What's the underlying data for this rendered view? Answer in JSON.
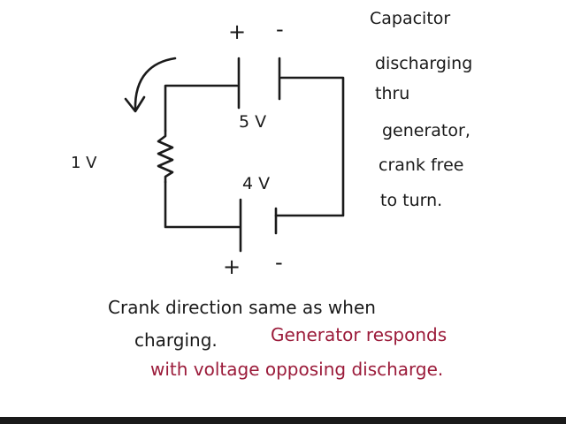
{
  "circuit": {
    "top_cell": {
      "plus": "+",
      "minus": "-",
      "voltage": "5 V"
    },
    "bottom_cell": {
      "plus": "+",
      "minus": "-",
      "voltage": "4 V"
    },
    "resistor_voltage": "1 V"
  },
  "side_note": {
    "lines": [
      "Capacitor",
      "discharging",
      "thru",
      "generator,",
      "crank free",
      "to turn."
    ]
  },
  "bottom_note": {
    "line1": "Crank direction same as when",
    "line2_black": "charging.",
    "line2_red": "Generator responds",
    "line3_red": "with voltage opposing discharge."
  },
  "colors": {
    "ink": "#1a1a1a",
    "red_ink": "#9b1b3a",
    "background": "#ffffff"
  }
}
